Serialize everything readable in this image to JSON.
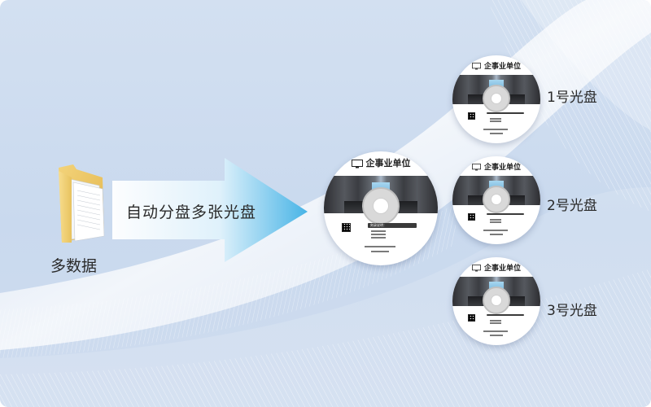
{
  "source_label": "多数据",
  "process_label": "自动分盘多张光盘",
  "disc_title": "企事业单位",
  "disc_info_label": "刻录说明：",
  "output_discs": [
    {
      "label": "1号光盘"
    },
    {
      "label": "2号光盘"
    },
    {
      "label": "3号光盘"
    }
  ],
  "colors": {
    "background": "#cfdcef",
    "arrow_start": "#ffffff",
    "arrow_end": "#48b4e6",
    "disc_info_bar": "#3a3a3a"
  },
  "icons": {
    "source": "folder-icon",
    "disc_header": "monitor-icon",
    "process": "arrow-right-icon"
  }
}
